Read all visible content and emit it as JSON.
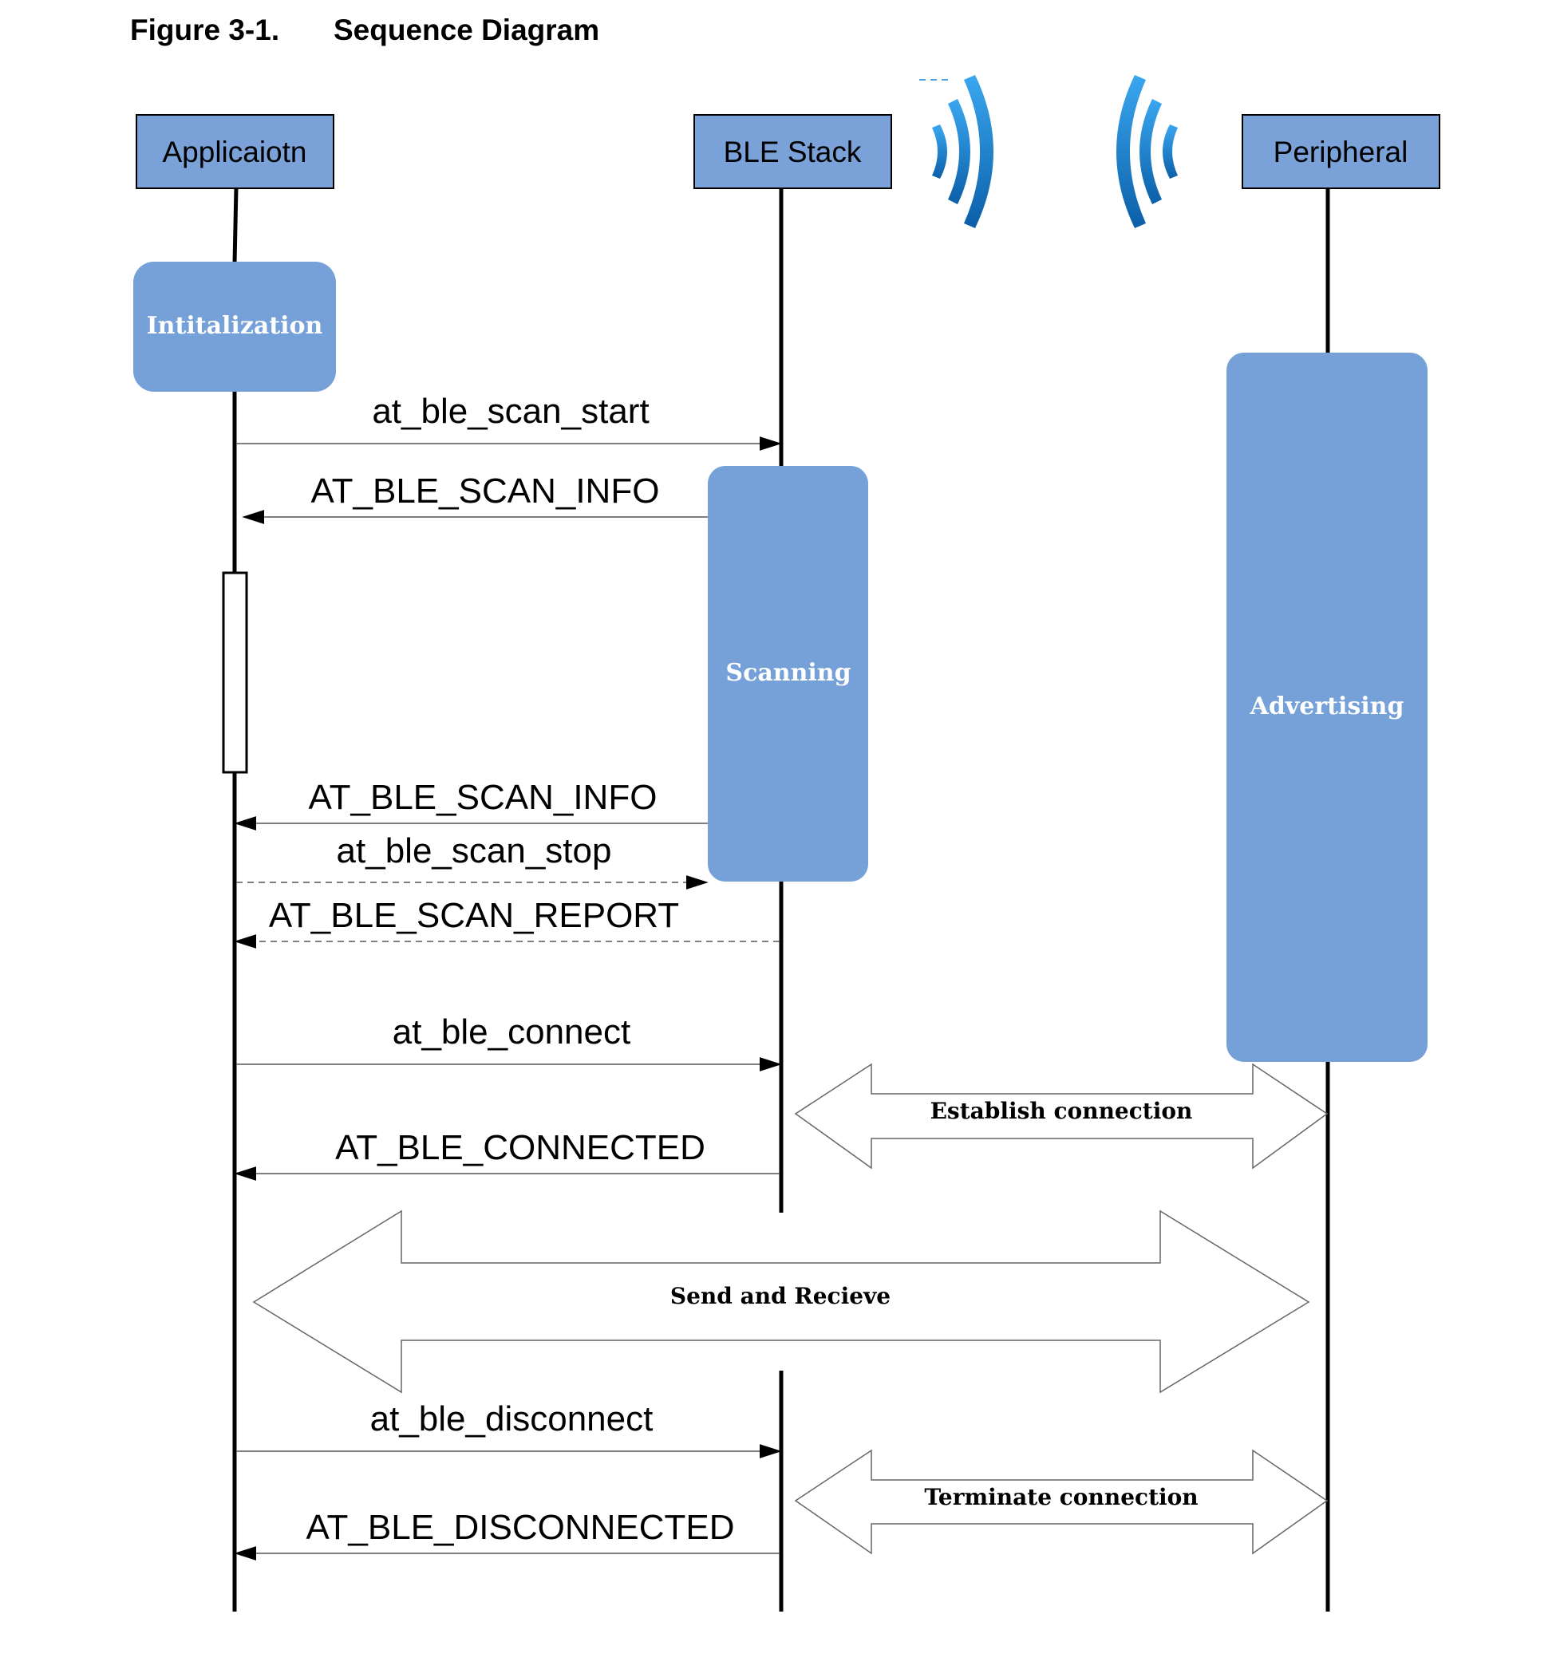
{
  "figure": {
    "number": "Figure 3-1.",
    "title": "Sequence Diagram"
  },
  "colors": {
    "actor_fill": "#7aa1d8",
    "state_fill": "#76a0d8",
    "signal_icon": "#1b7fcc"
  },
  "actors": [
    {
      "id": "application",
      "label": "Applicaiotn"
    },
    {
      "id": "ble-stack",
      "label": "BLE Stack"
    },
    {
      "id": "peripheral",
      "label": "Peripheral"
    }
  ],
  "icons": [
    "wireless-signal-right-icon",
    "wireless-signal-left-icon"
  ],
  "states": [
    {
      "id": "initialization",
      "label": "Intitalization"
    },
    {
      "id": "scanning",
      "label": "Scanning"
    },
    {
      "id": "advertising",
      "label": "Advertising"
    }
  ],
  "messages": [
    {
      "label": "at_ble_scan_start",
      "from": "application",
      "to": "ble-stack",
      "style": "solid"
    },
    {
      "label": "AT_BLE_SCAN_INFO",
      "from": "ble-stack",
      "to": "application",
      "style": "solid"
    },
    {
      "label": "AT_BLE_SCAN_INFO",
      "from": "ble-stack",
      "to": "application",
      "style": "solid"
    },
    {
      "label": "at_ble_scan_stop",
      "from": "application",
      "to": "ble-stack",
      "style": "dashed"
    },
    {
      "label": "AT_BLE_SCAN_REPORT",
      "from": "ble-stack",
      "to": "application",
      "style": "dashed"
    },
    {
      "label": "at_ble_connect",
      "from": "application",
      "to": "ble-stack",
      "style": "solid"
    },
    {
      "label": "AT_BLE_CONNECTED",
      "from": "ble-stack",
      "to": "application",
      "style": "solid"
    },
    {
      "label": "at_ble_disconnect",
      "from": "application",
      "to": "ble-stack",
      "style": "solid"
    },
    {
      "label": "AT_BLE_DISCONNECTED",
      "from": "ble-stack",
      "to": "application",
      "style": "solid"
    }
  ],
  "block_arrows": [
    {
      "label": "Establish connection",
      "between": [
        "ble-stack",
        "peripheral"
      ]
    },
    {
      "label": "Send and Recieve",
      "between": [
        "application",
        "peripheral"
      ]
    },
    {
      "label": "Terminate connection",
      "between": [
        "ble-stack",
        "peripheral"
      ]
    }
  ]
}
